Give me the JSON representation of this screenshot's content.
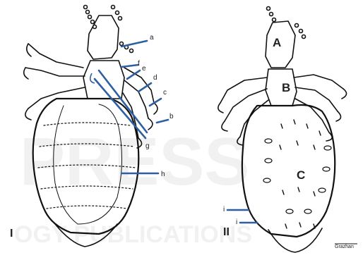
{
  "figure": {
    "panel_left_numeral": "I",
    "panel_right_numeral": "II",
    "left_labels": [
      "a",
      "f",
      "e",
      "d",
      "c",
      "b",
      "g",
      "h"
    ],
    "right_labels": [
      "A",
      "B",
      "C",
      "i",
      "i"
    ],
    "signature": "Grazhan",
    "watermark": "SCITEPRESS SCIENCE AND TECHNOLOGY PUBLICATIONS",
    "arrow_color": "#2f5fa3",
    "line_color": "#111111"
  }
}
